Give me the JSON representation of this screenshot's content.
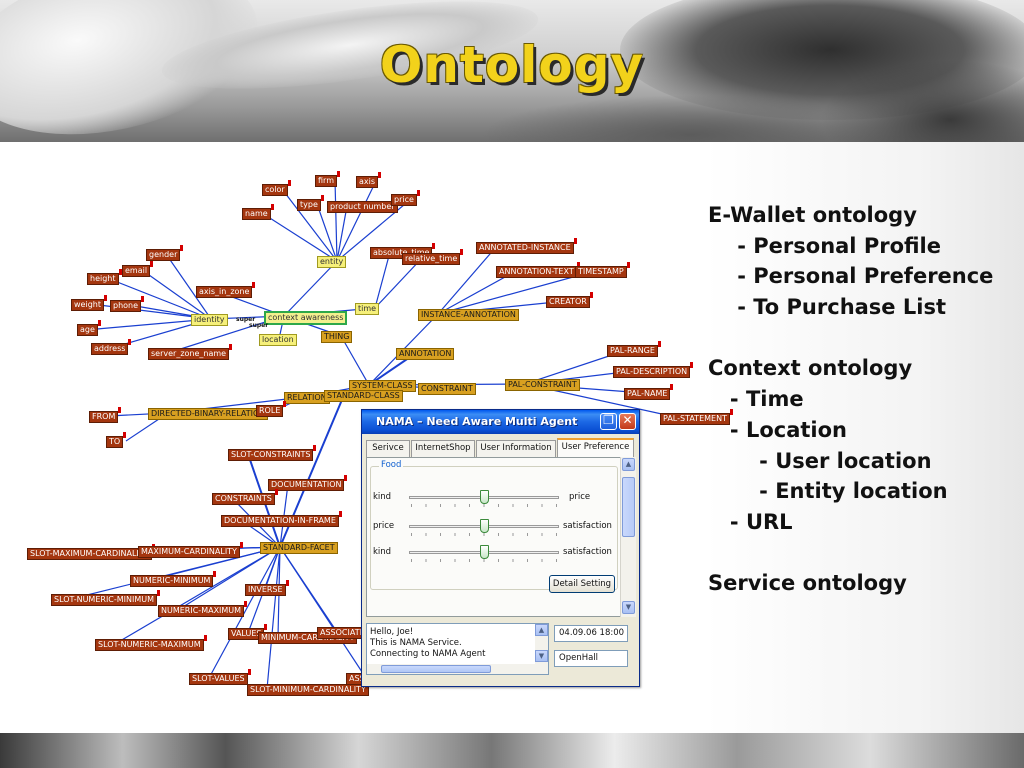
{
  "slide": {
    "title": "Ontology",
    "bullets": [
      "E-Wallet ontology",
      "    - Personal Profile",
      "    - Personal Preference",
      "    - To Purchase List",
      "",
      "Context ontology",
      "   - Time",
      "   - Location",
      "       - User location",
      "       - Entity location",
      "   - URL",
      "",
      "Service ontology"
    ]
  },
  "diagram": {
    "edge_color": "#1a3fd0",
    "nodes": [
      {
        "label": "firm",
        "kind": "cls"
      },
      {
        "label": "axis",
        "kind": "cls"
      },
      {
        "label": "color",
        "kind": "cls"
      },
      {
        "label": "type",
        "kind": "cls"
      },
      {
        "label": "product number",
        "kind": "cls"
      },
      {
        "label": "price",
        "kind": "cls"
      },
      {
        "label": "name",
        "kind": "cls"
      },
      {
        "label": "gender",
        "kind": "cls"
      },
      {
        "label": "entity",
        "kind": "inst"
      },
      {
        "label": "absolute_time",
        "kind": "cls"
      },
      {
        "label": "relative_time",
        "kind": "cls"
      },
      {
        "label": "ANNOTATED-INSTANCE",
        "kind": "cls"
      },
      {
        "label": "email",
        "kind": "cls"
      },
      {
        "label": "height",
        "kind": "cls"
      },
      {
        "label": "ANNOTATION-TEXT",
        "kind": "cls"
      },
      {
        "label": "TIMESTAMP",
        "kind": "cls"
      },
      {
        "label": "axis_in_zone",
        "kind": "cls"
      },
      {
        "label": "weight",
        "kind": "cls"
      },
      {
        "label": "phone",
        "kind": "cls"
      },
      {
        "label": "CREATOR",
        "kind": "cls"
      },
      {
        "label": "time",
        "kind": "inst"
      },
      {
        "label": "identity",
        "kind": "inst"
      },
      {
        "label": "context awareness",
        "kind": "inst"
      },
      {
        "label": "INSTANCE-ANNOTATION",
        "kind": "sys"
      },
      {
        "label": "age",
        "kind": "cls"
      },
      {
        "label": "location",
        "kind": "inst"
      },
      {
        "label": "THING",
        "kind": "sys"
      },
      {
        "label": "address",
        "kind": "cls"
      },
      {
        "label": "server_zone_name",
        "kind": "cls"
      },
      {
        "label": "PAL-RANGE",
        "kind": "cls"
      },
      {
        "label": "ANNOTATION",
        "kind": "sys"
      },
      {
        "label": "PAL-DESCRIPTION",
        "kind": "cls"
      },
      {
        "label": "SYSTEM-CLASS",
        "kind": "sys"
      },
      {
        "label": "CONSTRAINT",
        "kind": "sys"
      },
      {
        "label": "PAL-CONSTRAINT",
        "kind": "sys"
      },
      {
        "label": "RELATION",
        "kind": "sys"
      },
      {
        "label": "STANDARD-CLASS",
        "kind": "sys"
      },
      {
        "label": "PAL-NAME",
        "kind": "cls"
      },
      {
        "label": "FROM",
        "kind": "cls"
      },
      {
        "label": "DIRECTED-BINARY-RELATION",
        "kind": "sys"
      },
      {
        "label": "ROLE",
        "kind": "cls"
      },
      {
        "label": "PAL-STATEMENT",
        "kind": "cls"
      },
      {
        "label": "TO",
        "kind": "cls"
      },
      {
        "label": "SLOT-CONSTRAINTS",
        "kind": "cls"
      },
      {
        "label": "DOCUMENTATION",
        "kind": "cls"
      },
      {
        "label": "CONSTRAINTS",
        "kind": "cls"
      },
      {
        "label": "DOCUMENTATION-IN-FRAME",
        "kind": "cls"
      },
      {
        "label": "SLOT-MAXIMUM-CARDINALITY",
        "kind": "cls"
      },
      {
        "label": "MAXIMUM-CARDINALITY",
        "kind": "cls"
      },
      {
        "label": "STANDARD-FACET",
        "kind": "sys"
      },
      {
        "label": "NUMERIC-MINIMUM",
        "kind": "cls"
      },
      {
        "label": "SLOT-NUMERIC-MINIMUM",
        "kind": "cls"
      },
      {
        "label": "INVERSE",
        "kind": "cls"
      },
      {
        "label": "NUMERIC-MAXIMUM",
        "kind": "cls"
      },
      {
        "label": "VALUES",
        "kind": "cls"
      },
      {
        "label": "MINIMUM-CARDINALITY",
        "kind": "cls"
      },
      {
        "label": "ASSOCIATED-FACET",
        "kind": "cls"
      },
      {
        "label": "SLOT-NUMERIC-MAXIMUM",
        "kind": "cls"
      },
      {
        "label": "SLOT-VALUES",
        "kind": "cls"
      },
      {
        "label": "ASSOCIATED-SLOT",
        "kind": "cls"
      },
      {
        "label": "SLOT-MINIMUM-CARDINALITY",
        "kind": "cls"
      }
    ],
    "relation_labels": [
      "super",
      "super"
    ]
  },
  "window": {
    "title": "NAMA – Need Aware Multi Agent",
    "restore_icon": "restore-icon",
    "close_icon": "close-icon",
    "tabs": [
      "Serivce",
      "InternetShop",
      "User Information",
      "User Preference"
    ],
    "active_tab": "User Preference",
    "group_label": "Food",
    "sliders": [
      {
        "left": "kind",
        "right": "price",
        "value": 0.5
      },
      {
        "left": "price",
        "right": "satisfaction",
        "value": 0.5
      },
      {
        "left": "kind",
        "right": "satisfaction",
        "value": 0.5
      }
    ],
    "detail_button": "Detail Setting",
    "messages": [
      "Hello, Joe!",
      "This is NAMA Service.",
      "Connecting to NAMA Agent"
    ],
    "datetime": "04.09.06 18:00",
    "location": "OpenHall"
  }
}
